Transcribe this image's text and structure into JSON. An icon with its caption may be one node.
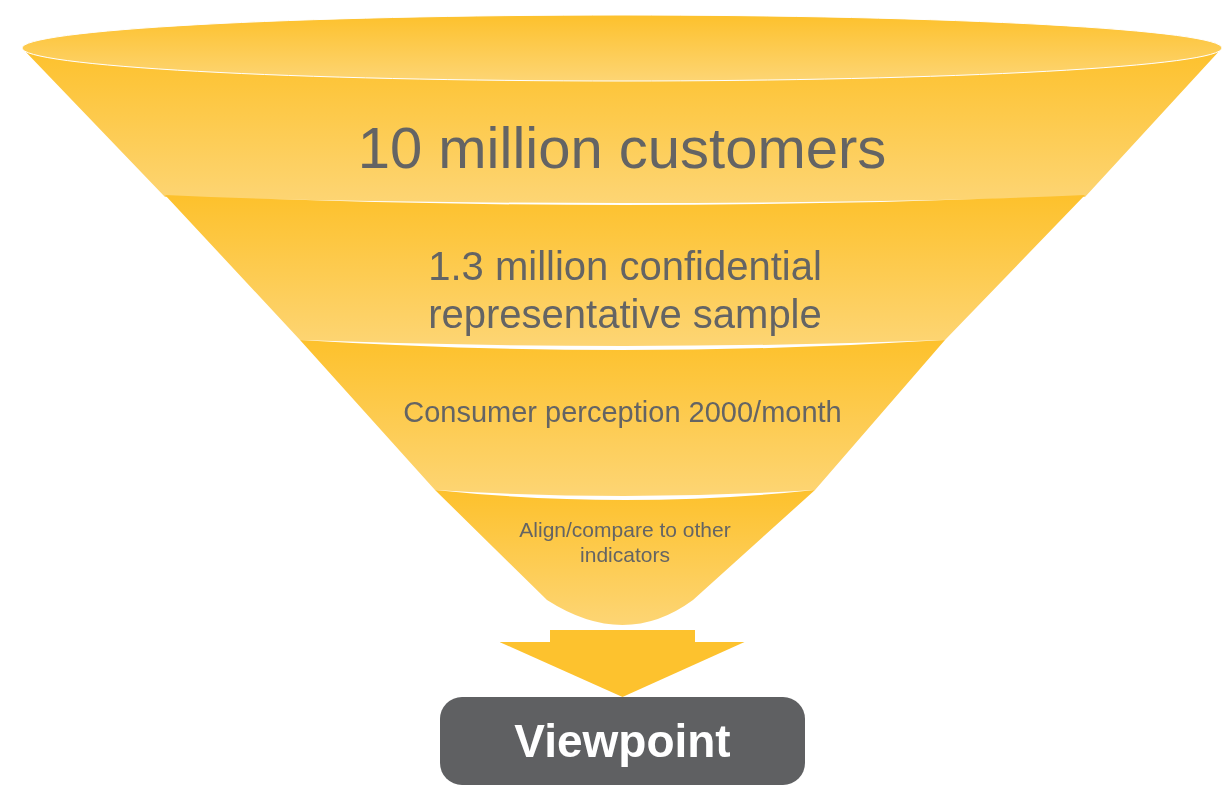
{
  "diagram": {
    "nodes": [
      {
        "text": [
          "10 million customers"
        ]
      },
      {
        "text": [
          "1.3 million confidential representative sample"
        ]
      },
      {
        "text": [
          "Consumer perception 2000/month"
        ]
      },
      {
        "text": [
          "Align/compare to other indicators"
        ]
      },
      {
        "text": [
          "Viewpoint"
        ]
      }
    ],
    "edges": [
      {
        "from": 3,
        "to": 4,
        "arrow": "to"
      }
    ]
  }
}
